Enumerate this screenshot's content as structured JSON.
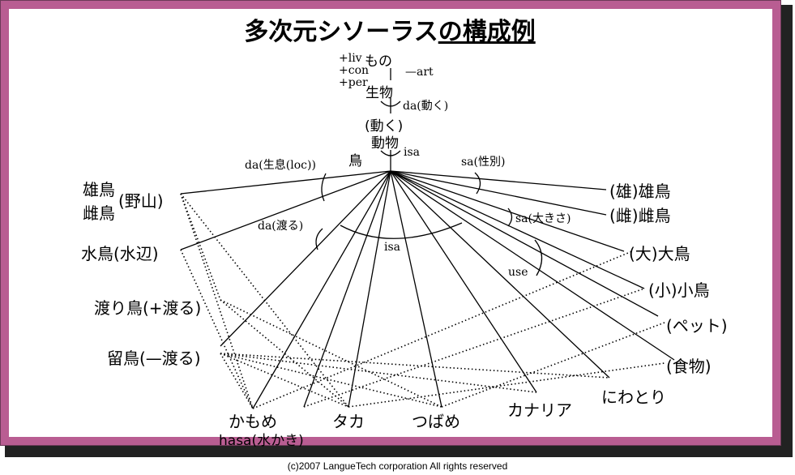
{
  "title": {
    "main": "多次元シソーラス",
    "underlined": "の構成例"
  },
  "top": {
    "mono": "もの",
    "props": [
      "+liv",
      "+con",
      "+per"
    ],
    "art": "—art",
    "seibutsu": "生物",
    "da_ugoku": "da(動く)",
    "ugoku": "(動く)",
    "doubutsu": "動物",
    "isa": "isa",
    "tori": "鳥"
  },
  "relations": {
    "da_seisoku": "da(生息(loc))",
    "sa_seibetsu": "sa(性別)",
    "da_wataru": "da(渡る)",
    "sa_ookisa": "sa(大きさ)",
    "isa_center": "isa",
    "use": "use"
  },
  "left": {
    "yuucho": "雄鳥",
    "shicho": "雌鳥",
    "yama": "(野山)",
    "mizudori": "水鳥(水辺)",
    "wataridori": "渡り鳥(+渡る)",
    "ryuucho": "留鳥(—渡る)"
  },
  "right": {
    "osu": "(雄)雄鳥",
    "mesu": "(雌)雌鳥",
    "ootori": "(大)大鳥",
    "kotori": "(小)小鳥",
    "pet": "(ペット)",
    "shokumotsu": "(食物)"
  },
  "bottom": {
    "kamome": "かもめ",
    "hasa": "hasa(水かき)",
    "taka": "タカ",
    "tsubame": "つばめ",
    "kanaria": "カナリア",
    "niwatori": "にわとり"
  },
  "footer": "(c)2007 LangueTech corporation All rights reserved",
  "colors": {
    "frame": "#b95d92",
    "shadow": "#222222",
    "line": "#000000"
  }
}
